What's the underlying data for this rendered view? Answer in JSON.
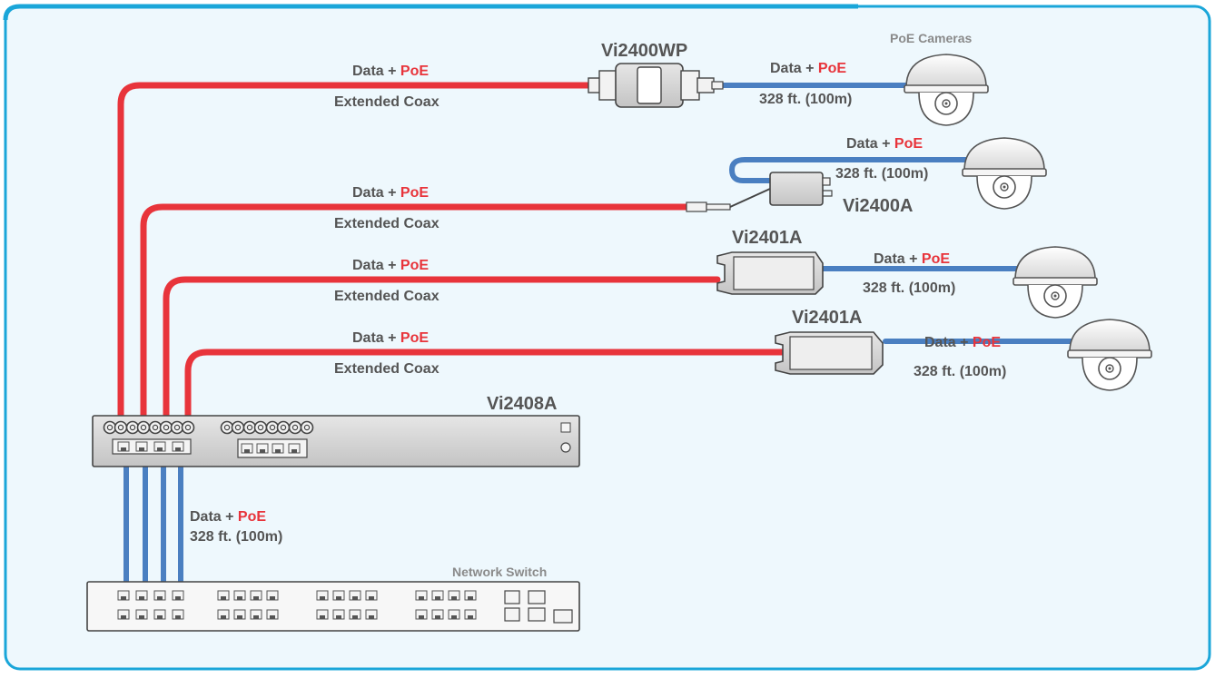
{
  "colors": {
    "frame": "#1aa6d9",
    "background": "#eef8fd",
    "coax": "#e8343b",
    "ethernet": "#4a7fc1",
    "text": "#555555",
    "poe": "#e8343b",
    "muted": "#8a8a8a"
  },
  "labels": {
    "cameras": "PoE Cameras",
    "vi2400wp": "Vi2400WP",
    "vi2400a": "Vi2400A",
    "vi2401a_1": "Vi2401A",
    "vi2401a_2": "Vi2401A",
    "vi2408a": "Vi2408A",
    "switch": "Network Switch"
  },
  "link_text": {
    "data": "Data + ",
    "poe": "PoE",
    "coax": "Extended Coax",
    "distance": "328 ft. (100m)"
  },
  "icons": [
    "dome-camera-icon",
    "bnc-connector-icon",
    "rj45-port-icon",
    "poe-extender-icon"
  ]
}
